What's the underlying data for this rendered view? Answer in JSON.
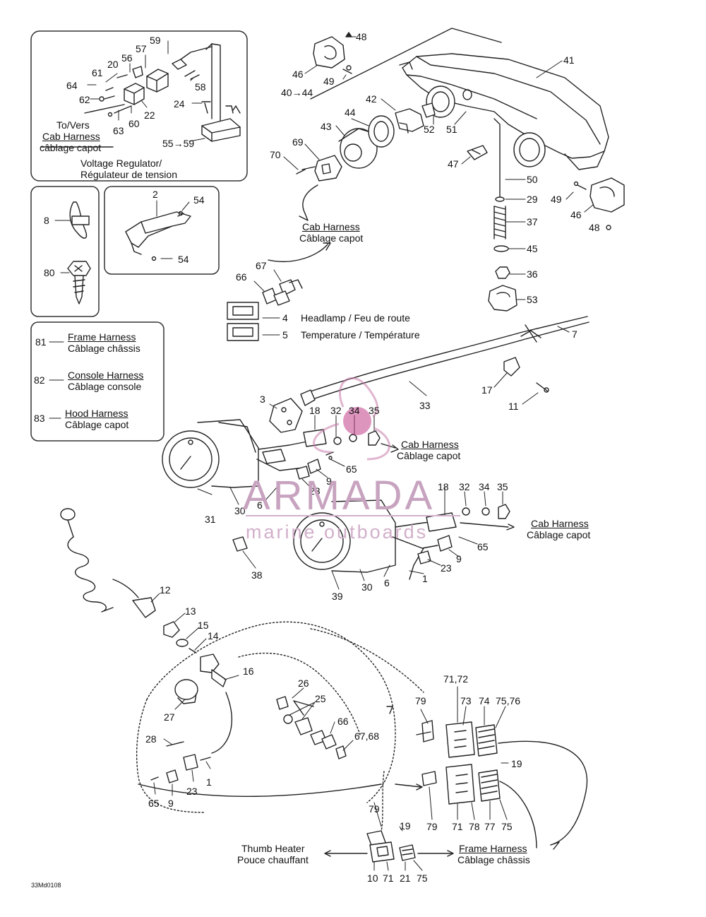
{
  "regulator_box": {
    "to_label": "To/Vers",
    "cab_harness": "Cab Harness",
    "cablage_capot": "câblage capot",
    "voltage_regulator": "Voltage Regulator/",
    "regulateur": "Régulateur de tension"
  },
  "harness_box": {
    "frame_num": "81",
    "frame_en": "Frame Harness",
    "frame_fr": "Câblage châssis",
    "console_num": "82",
    "console_en": "Console Harness",
    "console_fr": "Câblage console",
    "hood_num": "83",
    "hood_en": "Hood Harness",
    "hood_fr": "Câblage capot"
  },
  "callouts": {
    "cab_harness_top_en": "Cab Harness",
    "cab_harness_top_fr": "Câblage capot",
    "headlamp": "Headlamp / Feu de route",
    "temperature": "Temperature / Température",
    "cab_harness_mid_en": "Cab Harness",
    "cab_harness_mid_fr": "Câblage capot",
    "cab_harness_low_en": "Cab Harness",
    "cab_harness_low_fr": "Câblage capot",
    "thumb_heater_en": "Thumb Heater",
    "thumb_heater_fr": "Pouce chauffant",
    "frame_harness_en": "Frame Harness",
    "frame_harness_fr": "Câblage châssis"
  },
  "part_numbers": {
    "n59": "59",
    "n57": "57",
    "n56": "56",
    "n20": "20",
    "n61": "61",
    "n64": "64",
    "n62": "62",
    "n63": "63",
    "n60": "60",
    "n22": "22",
    "n58": "58",
    "n24": "24",
    "n55_59": "55→59",
    "n2": "2",
    "n54a": "54",
    "n54b": "54",
    "n8": "8",
    "n80": "80",
    "n48a": "48",
    "n46a": "46",
    "n49a": "49",
    "n40_44": "40→44",
    "n41": "41",
    "n42": "42",
    "n44": "44",
    "n43": "43",
    "n69": "69",
    "n70": "70",
    "n52": "52",
    "n51": "51",
    "n47": "47",
    "n50": "50",
    "n29": "29",
    "n37": "37",
    "n45": "45",
    "n36": "36",
    "n53": "53",
    "n49b": "49",
    "n46b": "46",
    "n48b": "48",
    "n67": "67",
    "n66a": "66",
    "n4": "4",
    "n5": "5",
    "n7": "7",
    "n17": "17",
    "n11": "11",
    "n33": "33",
    "n3": "3",
    "n18a": "18",
    "n32a": "32",
    "n34a": "34",
    "n35a": "35",
    "n65a": "65",
    "n9a": "9",
    "n23a": "23",
    "n6a": "6",
    "n31": "31",
    "n30a": "30",
    "n18b": "18",
    "n32b": "32",
    "n34b": "34",
    "n35b": "35",
    "n65b": "65",
    "n9b": "9",
    "n23b": "23",
    "n1a": "1",
    "n38": "38",
    "n39": "39",
    "n30b": "30",
    "n6b": "6",
    "n12": "12",
    "n13": "13",
    "n15": "15",
    "n14": "14",
    "n16": "16",
    "n26": "26",
    "n25": "25",
    "n27": "27",
    "n66b": "66",
    "n67_68": "67,68",
    "n79a": "79",
    "n71_72": "71,72",
    "n73": "73",
    "n74": "74",
    "n75_76": "75,76",
    "n19a": "19",
    "n28": "28",
    "n23c": "23",
    "n1b": "1",
    "n9c": "9",
    "n65c": "65",
    "n79b": "79",
    "n79c": "79",
    "n19b": "19",
    "n71a": "71",
    "n78": "78",
    "n77": "77",
    "n75a": "75",
    "n10": "10",
    "n71b": "71",
    "n21": "21",
    "n75b": "75"
  },
  "watermark": {
    "brand": "ARMADA",
    "tagline": "marine outboards"
  },
  "drawing_code": "33Md0108"
}
